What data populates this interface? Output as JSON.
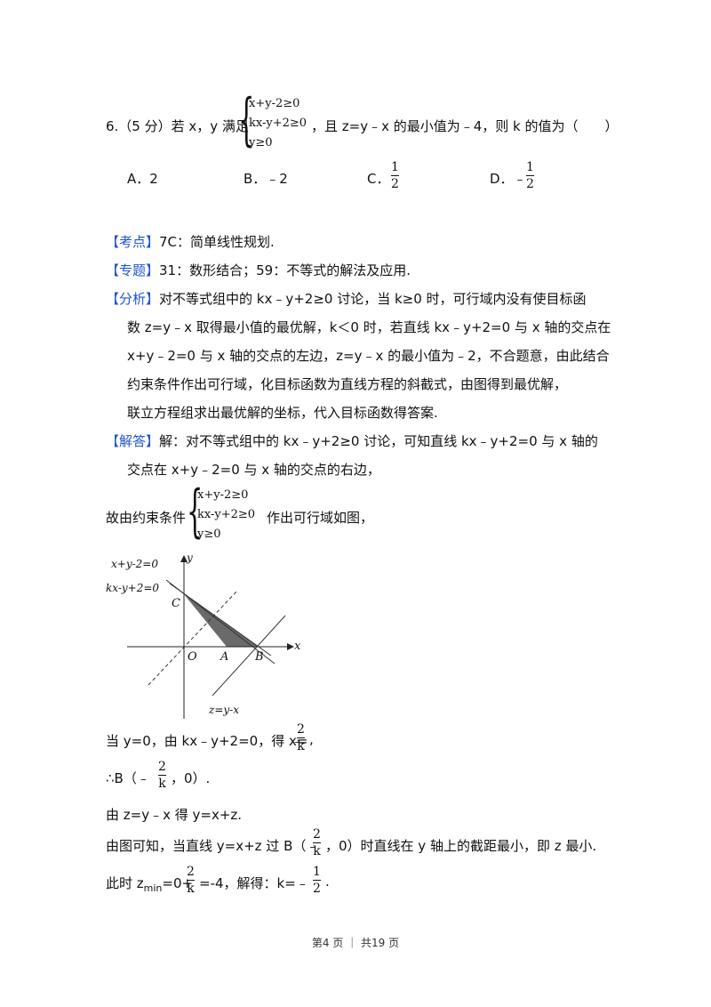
{
  "question": {
    "prefix": "6.（5 分）若 x，y 满足",
    "system": [
      "x+y-2≥0",
      "kx-y+2≥0",
      "y≥0"
    ],
    "suffix": "，且 z=y﹣x 的最小值为﹣4，则 k 的值为（　　）",
    "options": [
      {
        "label": "A．2"
      },
      {
        "label": "B．﹣2"
      },
      {
        "label": "C．",
        "frac_num": "1",
        "frac_den": "2"
      },
      {
        "label": "D．﹣",
        "frac_num": "1",
        "frac_den": "2"
      }
    ]
  },
  "kaodian": {
    "tag": "【考点】",
    "text": "7C：简单线性规划."
  },
  "zhuanti": {
    "tag": "【专题】",
    "text": "31：数形结合；59：不等式的解法及应用."
  },
  "fenxi": {
    "tag": "【分析】",
    "lines": [
      "对不等式组中的 kx﹣y+2≥0 讨论，当 k≥0 时，可行域内没有使目标函",
      "数 z=y﹣x 取得最小值的最优解，k＜0 时，若直线 kx﹣y+2=0 与 x 轴的交点在",
      "x+y﹣2=0 与 x 轴的交点的左边，z=y﹣x 的最小值为﹣2，不合题意，由此结合",
      "约束条件作出可行域，化目标函数为直线方程的斜截式，由图得到最优解，",
      "联立方程组求出最优解的坐标，代入目标函数得答案."
    ]
  },
  "jieda": {
    "tag": "【解答】",
    "lines": [
      "解：对不等式组中的 kx﹣y+2≥0 讨论，可知直线 kx﹣y+2=0 与 x 轴的",
      "交点在 x+y﹣2=0 与 x 轴的交点的右边，"
    ]
  },
  "constraint": {
    "prefix": "故由约束条件",
    "system": [
      "x+y-2≥0",
      "kx-y+2≥0",
      "y≥0"
    ],
    "suffix": "作出可行域如图，"
  },
  "figure": {
    "label_line1": "x+y-2=0",
    "label_line2": "kx-y+2=0",
    "y_axis": "y",
    "x_axis": "x",
    "C": "C",
    "O": "O",
    "A": "A",
    "B": "B",
    "z_label": "z=y-x"
  },
  "steps": {
    "s1_prefix": "当 y=0，由 kx﹣y+2=0，得 x=",
    "s1_frac_num": "2",
    "s1_frac_den": "k",
    "s1_neg": "﹣",
    "s1_suffix": ",",
    "s2_prefix": "∴B（﹣",
    "s2_frac_num": "2",
    "s2_frac_den": "k",
    "s2_suffix": "，0）.",
    "s3": "由 z=y﹣x 得 y=x+z.",
    "s4_prefix": "由图可知，当直线 y=x+z 过 B（﹣",
    "s4_frac_num": "2",
    "s4_frac_den": "k",
    "s4_suffix": "，0）时直线在 y 轴上的截距最小，即 z 最小.",
    "s5_prefix": "此时 z",
    "s5_sub": "min",
    "s5_mid": "=0+",
    "s5_frac_num": "2",
    "s5_frac_den": "k",
    "s5_after": "=-4，解得：k=﹣",
    "s5_frac2_num": "1",
    "s5_frac2_den": "2",
    "s5_end": "."
  },
  "footer": {
    "text": "第4 页 ｜ 共19 页"
  }
}
